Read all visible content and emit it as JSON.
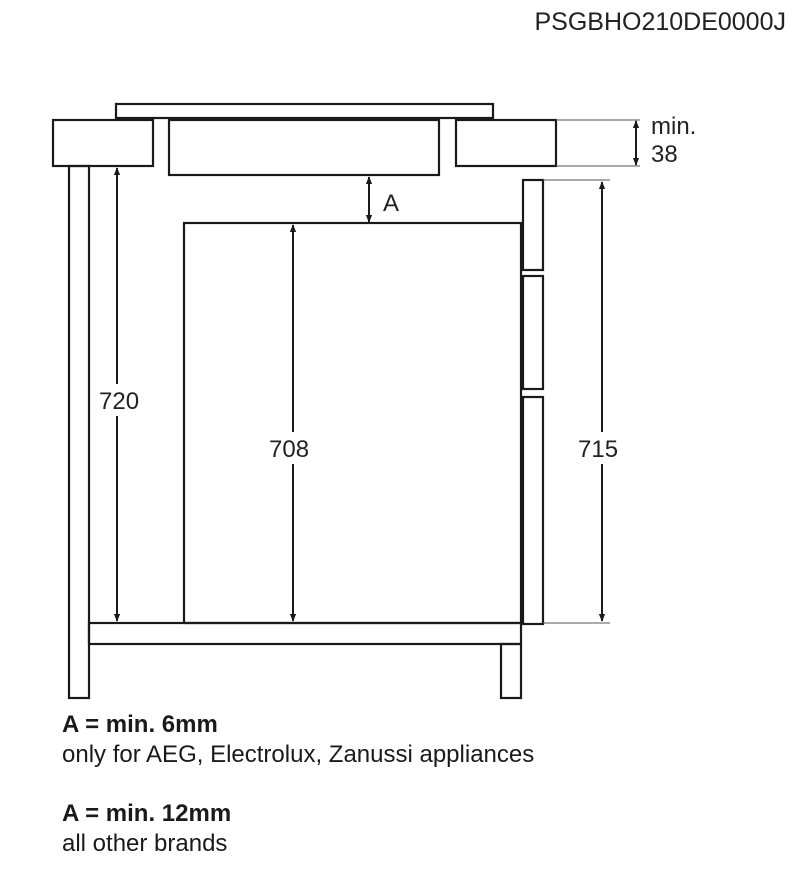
{
  "product_code": "PSGBHO210DE0000J",
  "dimensions": {
    "min_label": "min.",
    "min_value": "38",
    "gap_label": "A",
    "left_height": "720",
    "center_height": "708",
    "right_height": "715"
  },
  "notes": [
    {
      "heading": "A = min. 6mm",
      "text": "only for AEG, Electrolux, Zanussi appliances"
    },
    {
      "heading": "A = min. 12mm",
      "text": "all other brands"
    }
  ],
  "colors": {
    "stroke": "#1a1a1a",
    "text": "#222222"
  }
}
